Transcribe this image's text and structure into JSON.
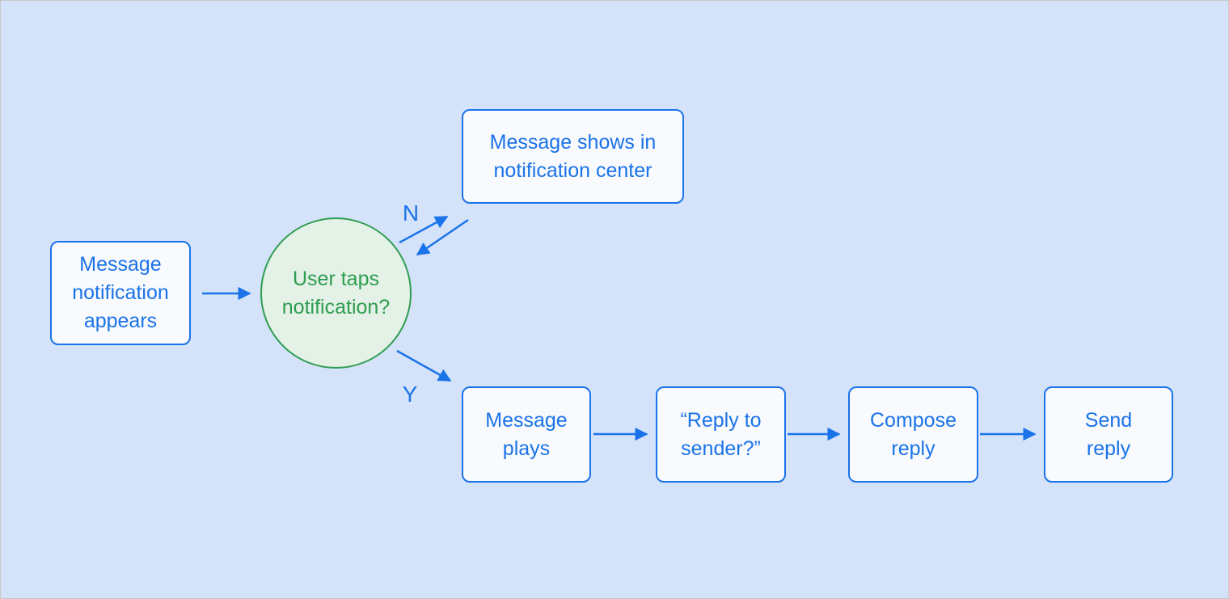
{
  "diagram": {
    "title_implicit": "Message notification flowchart",
    "nodes": {
      "start": {
        "label": "Message\nnotification\nappears",
        "type": "process"
      },
      "decision": {
        "label": "User taps\nnotification?",
        "type": "decision"
      },
      "notification_center": {
        "label": "Message shows in\nnotification center",
        "type": "process"
      },
      "message_plays": {
        "label": "Message\nplays",
        "type": "process"
      },
      "reply_prompt": {
        "label": "“Reply to\nsender?”",
        "type": "process"
      },
      "compose_reply": {
        "label": "Compose\nreply",
        "type": "process"
      },
      "send_reply": {
        "label": "Send\nreply",
        "type": "process"
      }
    },
    "edge_labels": {
      "no": "N",
      "yes": "Y"
    },
    "colors": {
      "background": "#d4e3fa",
      "node_fill": "#f8fafd",
      "node_border": "#1a73e8",
      "node_text": "#1a73e8",
      "decision_fill": "#e4f1e6",
      "decision_border": "#2f9d52",
      "decision_text": "#2d9d50",
      "arrow": "#1a73e8",
      "frame_border": "#c7c7c7"
    }
  }
}
